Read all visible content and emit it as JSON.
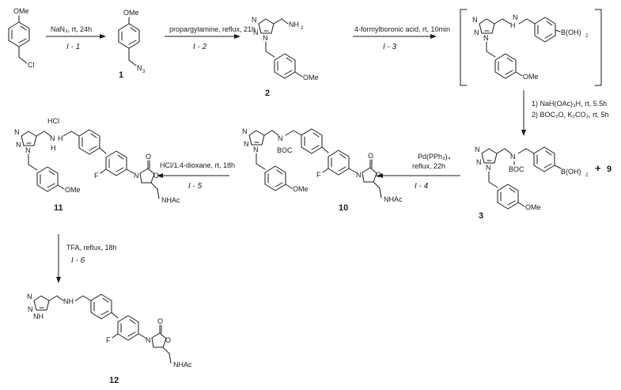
{
  "labels": {
    "ome": "OMe",
    "cl": "Cl",
    "n3": "N",
    "n3sub": "3",
    "nh2": "NH",
    "nh2sub": "2",
    "n": "N",
    "nh": "NH",
    "h": "H",
    "o": "O",
    "f": "F",
    "boc": "BOC",
    "boh2": "B(OH)",
    "boh2sub": "2",
    "hcl": "HCl",
    "nhac": "NHAc"
  },
  "compounds": {
    "c1": "1",
    "c2": "2",
    "c3": "3",
    "c9": "9",
    "c10": "10",
    "c11": "11",
    "c12": "12"
  },
  "plus": "+",
  "steps": {
    "i1": {
      "reagent": "NaN₃, rt, 24h",
      "code": "I - 1"
    },
    "i2": {
      "reagent": "propargylamine, reflux, 21h",
      "code": "I - 2"
    },
    "i3": {
      "reagent": "4-formylboronic acid, rt, 10min",
      "code": "I - 3"
    },
    "i3b": {
      "line1": "1) NaH(OAc)₃H, rt, 5.5h",
      "line2": "2) BOC₂O, K₂CO₃, rt, 5h"
    },
    "i4": {
      "line1": "Pd(PPh₃)₄",
      "line2": "reflux, 22h",
      "code": "I - 4"
    },
    "i5": {
      "reagent": "HCl/1.4-dioxane, rt, 18h",
      "code": "I - 5"
    },
    "i6": {
      "reagent": "TFA, reflux, 18h",
      "code": "I - 6"
    }
  }
}
